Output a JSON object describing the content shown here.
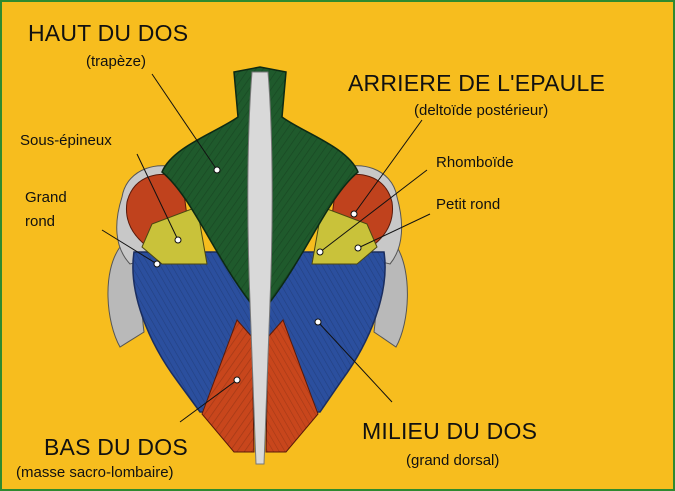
{
  "labels": {
    "haut_du_dos": {
      "title": "HAUT DU DOS",
      "sub": "(trapèze)"
    },
    "arriere_epaule": {
      "title": "ARRIERE DE L'EPAULE",
      "sub": "(deltoïde postérieur)"
    },
    "sous_epineux": "Sous-épineux",
    "grand_rond_1": "Grand",
    "grand_rond_2": "rond",
    "rhomboide": "Rhomboïde",
    "petit_rond": "Petit rond",
    "bas_du_dos": {
      "title": "BAS DU DOS",
      "sub": "(masse sacro-lombaire)"
    },
    "milieu_du_dos": {
      "title": "MILIEU DU DOS",
      "sub": "(grand dorsal)"
    }
  },
  "colors": {
    "background": "#f7bd1e",
    "border": "#2f8a2f",
    "trapezius": "#1f5a2c",
    "latissimus": "#2b4f9e",
    "erector": "#c8461c",
    "deltoid": "#c0421d",
    "teres": "#c9c23a",
    "spine": "#d9d9d9"
  }
}
